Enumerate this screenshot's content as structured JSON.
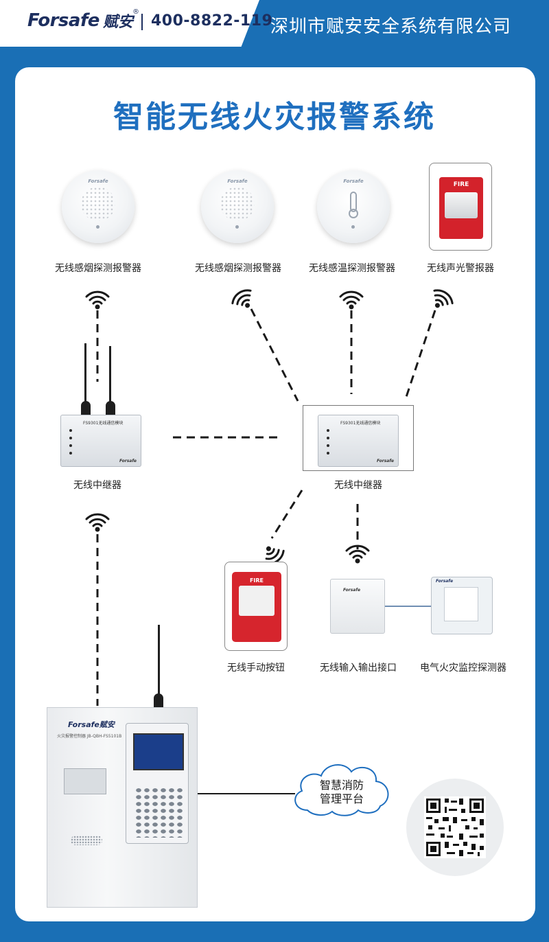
{
  "header": {
    "brand": "Forsafe",
    "brand_cn": "赋安",
    "registered": "®",
    "phone": "400-8822-119",
    "company": "深圳市赋安安全系统有限公司"
  },
  "title": "智能无线火灾报警系统",
  "devices": {
    "smoke1": {
      "label": "无线感烟探测报警器",
      "brand": "Forsafe"
    },
    "smoke2": {
      "label": "无线感烟探测报警器",
      "brand": "Forsafe"
    },
    "heat": {
      "label": "无线感温探测报警器",
      "brand": "Forsafe"
    },
    "strobe": {
      "label": "无线声光警报器",
      "text": "FIRE"
    },
    "repeater1": {
      "label": "无线中继器",
      "model": "FS9301无线通信模块",
      "brand": "Forsafe"
    },
    "repeater2": {
      "label": "无线中继器",
      "model": "FS9301无线通信模块",
      "brand": "Forsafe"
    },
    "manual": {
      "label": "无线手动按钮",
      "text": "FIRE"
    },
    "io": {
      "label": "无线输入输出接口",
      "brand": "Forsafe"
    },
    "monitor": {
      "label": "电气火灾监控探测器",
      "brand": "Forsafe"
    },
    "panel": {
      "brand": "Forsafe赋安",
      "model": "火灾报警控制器 JB-QBH-FS5101B"
    }
  },
  "cloud": {
    "line1": "智慧消防",
    "line2": "管理平台"
  },
  "colors": {
    "blue": "#1a6fb5",
    "title_blue": "#1f6fbf",
    "fire_red": "#d3222b",
    "dark_navy": "#1d2f5f"
  }
}
